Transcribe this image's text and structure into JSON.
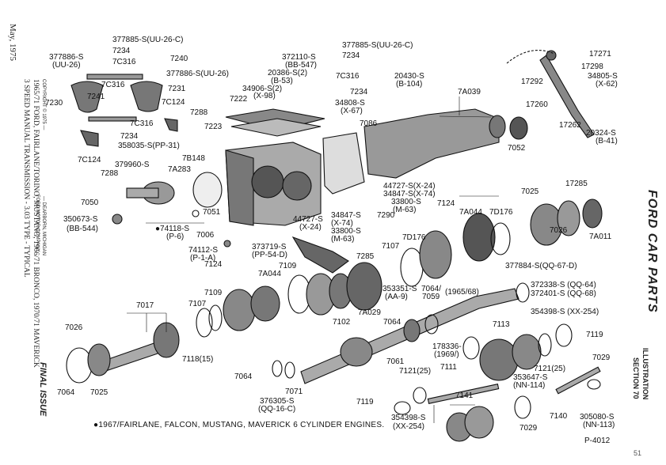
{
  "side": {
    "date": "May, 1975",
    "title_line1": "1965/71 FORD, FAIRLANE/TORINO, MUSTANG, 1966/71 BRONCO, 1970/71 MAVERICK",
    "title_line2": "3 SPEED MANUAL TRANSMISSION - 3.03 TYPE - TYPICAL",
    "copyright": "COPYRIGHT © 1975 —",
    "publisher": "FORD MOTOR COMPANY",
    "city": "— DEARBORN, MICHIGAN",
    "final": "FINAL ISSUE"
  },
  "right": {
    "brand": "FORD CAR PARTS",
    "illustration": "ILLUSTRATION",
    "section": "SECTION 70"
  },
  "footnote": "●1967/FAIRLANE, FALCON, MUSTANG, MAVERICK 6 CYLINDER ENGINES.",
  "plate_number": "P-4012",
  "page_mark": "51",
  "callouts": [
    {
      "id": "c1",
      "text": "377885-S(UU-26-C)"
    },
    {
      "id": "c2",
      "text": "7234"
    },
    {
      "id": "c3",
      "text": "377886-S"
    },
    {
      "id": "c4",
      "text": "(UU-26)"
    },
    {
      "id": "c5",
      "text": "7C316"
    },
    {
      "id": "c6",
      "text": "7240"
    },
    {
      "id": "c7",
      "text": "377886-S(UU-26)"
    },
    {
      "id": "c8",
      "text": "7C316"
    },
    {
      "id": "c9",
      "text": "7231"
    },
    {
      "id": "c10",
      "text": "7230"
    },
    {
      "id": "c11",
      "text": "7241"
    },
    {
      "id": "c12",
      "text": "7C124"
    },
    {
      "id": "c13",
      "text": "7288"
    },
    {
      "id": "c14",
      "text": "7C316"
    },
    {
      "id": "c15",
      "text": "7223"
    },
    {
      "id": "c16",
      "text": "7234"
    },
    {
      "id": "c17",
      "text": "7C124"
    },
    {
      "id": "c18",
      "text": "358035-S(PP-31)"
    },
    {
      "id": "c19",
      "text": "7B148"
    },
    {
      "id": "c20",
      "text": "379960-S"
    },
    {
      "id": "c21",
      "text": "7A283"
    },
    {
      "id": "c22",
      "text": "7288"
    },
    {
      "id": "c23",
      "text": "372110-S"
    },
    {
      "id": "c24",
      "text": "(BB-547)"
    },
    {
      "id": "c25",
      "text": "20386-S(2)"
    },
    {
      "id": "c26",
      "text": "(B-53)"
    },
    {
      "id": "c27",
      "text": "34906-S(2)"
    },
    {
      "id": "c28",
      "text": "(X-98)"
    },
    {
      "id": "c29",
      "text": "7222"
    },
    {
      "id": "c30",
      "text": "377885-S(UU-26-C)"
    },
    {
      "id": "c31",
      "text": "7234"
    },
    {
      "id": "c32",
      "text": "7C316"
    },
    {
      "id": "c33",
      "text": "7234"
    },
    {
      "id": "c34",
      "text": "20430-S"
    },
    {
      "id": "c35",
      "text": "(B-104)"
    },
    {
      "id": "c36",
      "text": "34808-S"
    },
    {
      "id": "c37",
      "text": "(X-67)"
    },
    {
      "id": "c38",
      "text": "7086"
    },
    {
      "id": "c39",
      "text": "7A039"
    },
    {
      "id": "c40",
      "text": "7052"
    },
    {
      "id": "c41",
      "text": "17271"
    },
    {
      "id": "c42",
      "text": "17298"
    },
    {
      "id": "c43",
      "text": "17292"
    },
    {
      "id": "c44",
      "text": "34805-S"
    },
    {
      "id": "c45",
      "text": "(X-62)"
    },
    {
      "id": "c46",
      "text": "17260"
    },
    {
      "id": "c47",
      "text": "17262"
    },
    {
      "id": "c48",
      "text": "20324-S"
    },
    {
      "id": "c49",
      "text": "(B-41)"
    },
    {
      "id": "c50",
      "text": "7050"
    },
    {
      "id": "c51",
      "text": "350673-S"
    },
    {
      "id": "c52",
      "text": "(BB-544)"
    },
    {
      "id": "c53",
      "text": "●74118-S"
    },
    {
      "id": "c54",
      "text": "(P-6)"
    },
    {
      "id": "c55",
      "text": "7051"
    },
    {
      "id": "c56",
      "text": "7006"
    },
    {
      "id": "c57",
      "text": "74112-S"
    },
    {
      "id": "c58",
      "text": "(P-1-A)"
    },
    {
      "id": "c59",
      "text": "373719-S"
    },
    {
      "id": "c60",
      "text": "(PP-54-D)"
    },
    {
      "id": "c61",
      "text": "44727-S"
    },
    {
      "id": "c62",
      "text": "(X-24)"
    },
    {
      "id": "c63",
      "text": "34847-S"
    },
    {
      "id": "c64",
      "text": "(X-74)"
    },
    {
      "id": "c65",
      "text": "33800-S"
    },
    {
      "id": "c66",
      "text": "(M-63)"
    },
    {
      "id": "c67",
      "text": "44727-S(X-24)"
    },
    {
      "id": "c68",
      "text": "34847-S(X-74)"
    },
    {
      "id": "c69",
      "text": "33800-S"
    },
    {
      "id": "c70",
      "text": "(M-63)"
    },
    {
      "id": "c71",
      "text": "7290"
    },
    {
      "id": "c72",
      "text": "7285"
    },
    {
      "id": "c73",
      "text": "7124"
    },
    {
      "id": "c74",
      "text": "7A044"
    },
    {
      "id": "c75",
      "text": "7D176"
    },
    {
      "id": "c76",
      "text": "7025"
    },
    {
      "id": "c77",
      "text": "17285"
    },
    {
      "id": "c78",
      "text": "7026"
    },
    {
      "id": "c79",
      "text": "7A011"
    },
    {
      "id": "c80",
      "text": "7107"
    },
    {
      "id": "c81",
      "text": "7D176"
    },
    {
      "id": "c82",
      "text": "377884-S(QQ-67-D)"
    },
    {
      "id": "c83",
      "text": "7124"
    },
    {
      "id": "c84",
      "text": "7109"
    },
    {
      "id": "c85",
      "text": "7A044"
    },
    {
      "id": "c86",
      "text": "7109"
    },
    {
      "id": "c87",
      "text": "7107"
    },
    {
      "id": "c88",
      "text": "7017"
    },
    {
      "id": "c89",
      "text": "7102"
    },
    {
      "id": "c90",
      "text": "7A029"
    },
    {
      "id": "c91",
      "text": "353351-S"
    },
    {
      "id": "c92",
      "text": "(AA-9)"
    },
    {
      "id": "c93",
      "text": "7064/"
    },
    {
      "id": "c94",
      "text": "7059"
    },
    {
      "id": "c95",
      "text": "(1965/68)"
    },
    {
      "id": "c96",
      "text": "372338-S (QQ-64)"
    },
    {
      "id": "c97",
      "text": "372401-S (QQ-68)"
    },
    {
      "id": "c98",
      "text": "354398-S (XX-254)"
    },
    {
      "id": "c99",
      "text": "7064"
    },
    {
      "id": "c100",
      "text": "7113"
    },
    {
      "id": "c101",
      "text": "7119"
    },
    {
      "id": "c102",
      "text": "7026"
    },
    {
      "id": "c103",
      "text": "7118(15)"
    },
    {
      "id": "c104",
      "text": "7061"
    },
    {
      "id": "c105",
      "text": "178336-"
    },
    {
      "id": "c106",
      "text": "(1969/)"
    },
    {
      "id": "c107",
      "text": "7121(25)"
    },
    {
      "id": "c108",
      "text": "7029"
    },
    {
      "id": "c109",
      "text": "7121(25)"
    },
    {
      "id": "c110",
      "text": "7111"
    },
    {
      "id": "c111",
      "text": "353647-S"
    },
    {
      "id": "c112",
      "text": "(NN-114)"
    },
    {
      "id": "c113",
      "text": "7064"
    },
    {
      "id": "c114",
      "text": "7025"
    },
    {
      "id": "c115",
      "text": "7064"
    },
    {
      "id": "c116",
      "text": "7071"
    },
    {
      "id": "c117",
      "text": "376305-S"
    },
    {
      "id": "c118",
      "text": "(QQ-16-C)"
    },
    {
      "id": "c119",
      "text": "7119"
    },
    {
      "id": "c120",
      "text": "354398-S"
    },
    {
      "id": "c121",
      "text": "(XX-254)"
    },
    {
      "id": "c122",
      "text": "7141"
    },
    {
      "id": "c123",
      "text": "7029"
    },
    {
      "id": "c124",
      "text": "7140"
    },
    {
      "id": "c125",
      "text": "305080-S"
    },
    {
      "id": "c126",
      "text": "(NN-113)"
    }
  ]
}
